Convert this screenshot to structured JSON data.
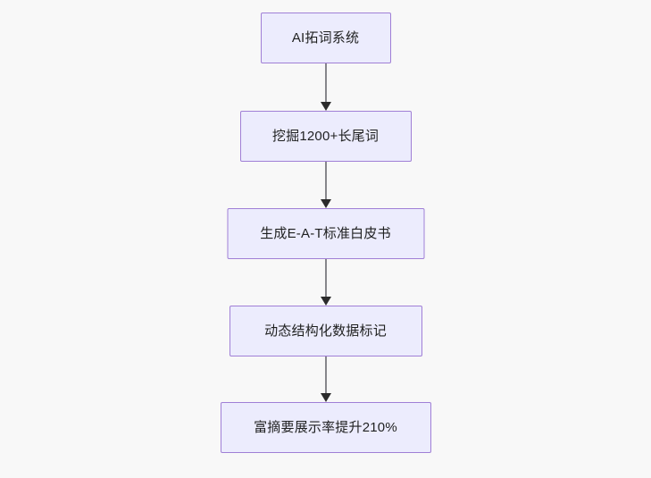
{
  "diagram": {
    "type": "flowchart",
    "direction": "top-down",
    "background_color": "#f8f8f8",
    "node_fill_color": "#ececfd",
    "node_border_color": "#a07fd6",
    "node_text_color": "#1f2020",
    "edge_line_color": "#86868b",
    "edge_arrow_color": "#2b2b2b",
    "nodes": [
      {
        "id": "n1",
        "label": "AI拓词系统"
      },
      {
        "id": "n2",
        "label": "挖掘1200+长尾词"
      },
      {
        "id": "n3",
        "label": "生成E-A-T标准白皮书"
      },
      {
        "id": "n4",
        "label": "动态结构化数据标记"
      },
      {
        "id": "n5",
        "label": "富摘要展示率提升210%"
      }
    ],
    "edges": [
      {
        "id": "e1",
        "from": "n1",
        "to": "n2",
        "label": ""
      },
      {
        "id": "e2",
        "from": "n2",
        "to": "n3",
        "label": ""
      },
      {
        "id": "e3",
        "from": "n3",
        "to": "n4",
        "label": ""
      },
      {
        "id": "e4",
        "from": "n4",
        "to": "n5",
        "label": ""
      }
    ]
  }
}
